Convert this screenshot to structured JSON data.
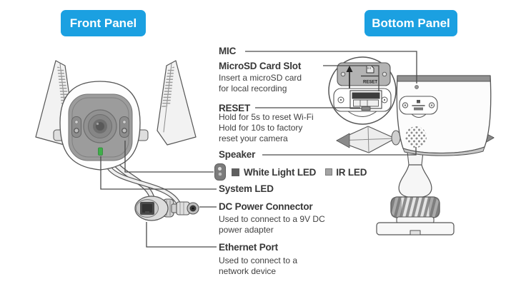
{
  "badges": {
    "front": "Front Panel",
    "bottom": "Bottom Panel"
  },
  "callouts": {
    "mic": {
      "label": "MIC"
    },
    "microsd": {
      "label": "MicroSD Card Slot",
      "desc": "Insert a microSD card\nfor local recording"
    },
    "reset": {
      "label": "RESET",
      "desc": "Hold for 5s to reset Wi-Fi\nHold for 10s to factory\nreset your camera"
    },
    "speaker": {
      "label": "Speaker"
    },
    "led_legend": {
      "white": "White Light LED",
      "ir": "IR LED"
    },
    "system_led": {
      "label": "System LED"
    },
    "dc_power": {
      "label": "DC Power Connector",
      "desc": "Used to connect to a 9V DC\npower adapter"
    },
    "ethernet": {
      "label": "Ethernet Port",
      "desc": "Used to connect to a\nnetwork device"
    }
  },
  "inset": {
    "reset_label": "RESET"
  },
  "colors": {
    "accent_blue": "#1BA0E1",
    "line_gray": "#4a4a4a",
    "text_dark": "#383838",
    "green_system_led": "#3fae49",
    "face_gray": "#9c9c9c",
    "white_led_swatch": "#5f5f5f",
    "ir_led_swatch": "#a3a3a3"
  }
}
